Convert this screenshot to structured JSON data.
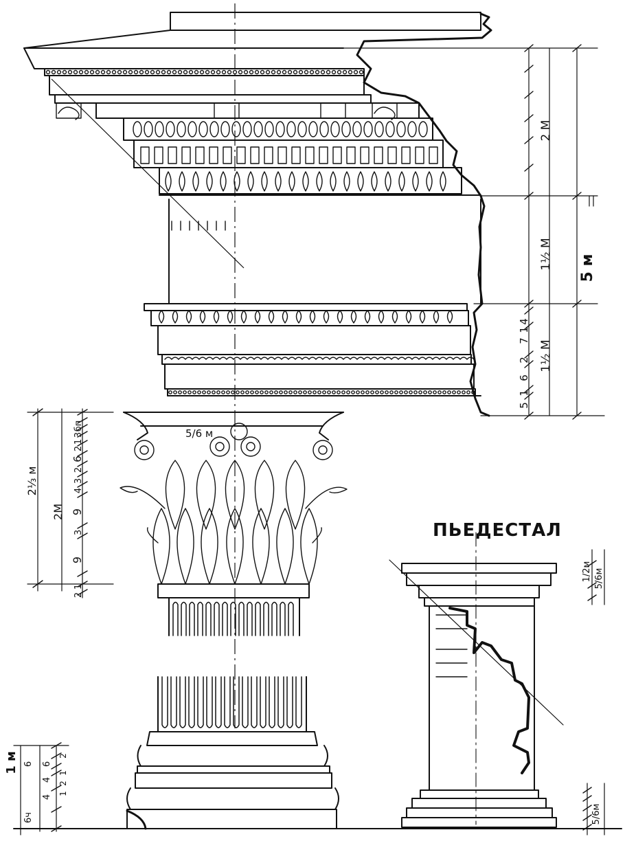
{
  "pedestal": {
    "title": "ПЬЕДЕСТАЛ",
    "top_label": "1/2м",
    "cap_label": "5/6м",
    "base_label": "5/6м"
  },
  "entablature": {
    "cornice_height": "2 М",
    "frieze_height": "1½ М",
    "architrave_height": "1½ М",
    "total_height": "5 м",
    "architrave_parts": [
      "4",
      "1",
      "7",
      "2",
      "6",
      "1",
      "5"
    ]
  },
  "capital": {
    "total_height": "2⅓ м",
    "leaves_height": "2М",
    "abacus_label": "5/6 м",
    "parts": [
      "бп",
      "3",
      "1",
      "2",
      "6",
      "2",
      "3",
      "4",
      "9",
      "3",
      "9",
      "1",
      "2"
    ]
  },
  "base": {
    "module_label": "1 м",
    "parts_outer": [
      "6ч",
      "4",
      "4",
      "6",
      "6"
    ],
    "parts_inner": [
      "2",
      "1",
      "2",
      "1"
    ]
  }
}
